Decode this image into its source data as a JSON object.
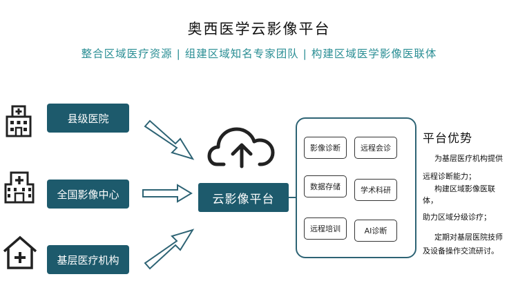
{
  "header": {
    "title": "奥西医学云影像平台",
    "subtitle": "整合区域医疗资源 | 组建区域知名专家团队 | 构建区域医学影像医联体"
  },
  "sources": [
    {
      "label": "县级医院",
      "icon": "hospital-building-icon"
    },
    {
      "label": "全国影像中心",
      "icon": "medical-center-icon"
    },
    {
      "label": "基层医疗机构",
      "icon": "clinic-house-icon"
    }
  ],
  "hub": {
    "label": "云影像平台",
    "icon": "cloud-upload-icon"
  },
  "features": [
    {
      "label": "影像诊断"
    },
    {
      "label": "远程会诊"
    },
    {
      "label": "数据存储"
    },
    {
      "label": "学术科研"
    },
    {
      "label": "远程培训"
    },
    {
      "label": "AI诊断"
    }
  ],
  "advantages": {
    "title": "平台优势",
    "lines": [
      "为基层医疗机构提供",
      "远程诊断能力；",
      "构建区域影像医联",
      "体，",
      "助力区域分级诊疗；",
      "定期对基层医院技师",
      "及设备操作交流研讨。"
    ]
  },
  "colors": {
    "accent": "#1d5a6c",
    "subtitle": "#2a8e94",
    "panel_border": "#2d6374"
  }
}
